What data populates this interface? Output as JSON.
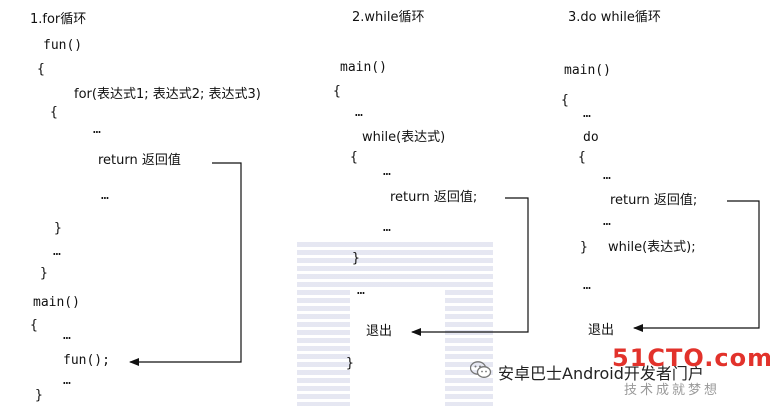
{
  "sections": {
    "for": {
      "title": "1.for循环",
      "lines": {
        "l1": "fun()",
        "l2": "{",
        "l3": "for(表达式1; 表达式2; 表达式3)",
        "l4": "{",
        "l5": "…",
        "l6": "return 返回值",
        "l7": "…",
        "l8": "}",
        "l9": "…",
        "l10": "}",
        "l11": "main()",
        "l12": "{",
        "l13": "…",
        "l14": "fun();",
        "l15": "…",
        "l16": "}"
      }
    },
    "while": {
      "title": "2.while循环",
      "lines": {
        "l1": "main()",
        "l2": "{",
        "l3": "…",
        "l4": "while(表达式)",
        "l5": "{",
        "l6": "…",
        "l7": "return 返回值;",
        "l8": "…",
        "l9": "}",
        "l10": "…",
        "l11": "退出",
        "l12": "}"
      }
    },
    "dowhile": {
      "title": "3.do while循环",
      "lines": {
        "l1": "main()",
        "l2": "{",
        "l3": "…",
        "l4": "do",
        "l5": "{",
        "l6": "…",
        "l7": "return 返回值;",
        "l8": "…",
        "l9": "}",
        "l10": "while(表达式);",
        "l11": "…",
        "l12": "退出"
      }
    }
  },
  "watermark": {
    "brand": "安卓巴士Android开发者门户",
    "logo": "51CTO.com",
    "slogan": "技术成就梦想",
    "icon": "wechat-icon"
  },
  "colors": {
    "logo": "#e2322b",
    "watermark_bars": "#dfe1ef"
  }
}
